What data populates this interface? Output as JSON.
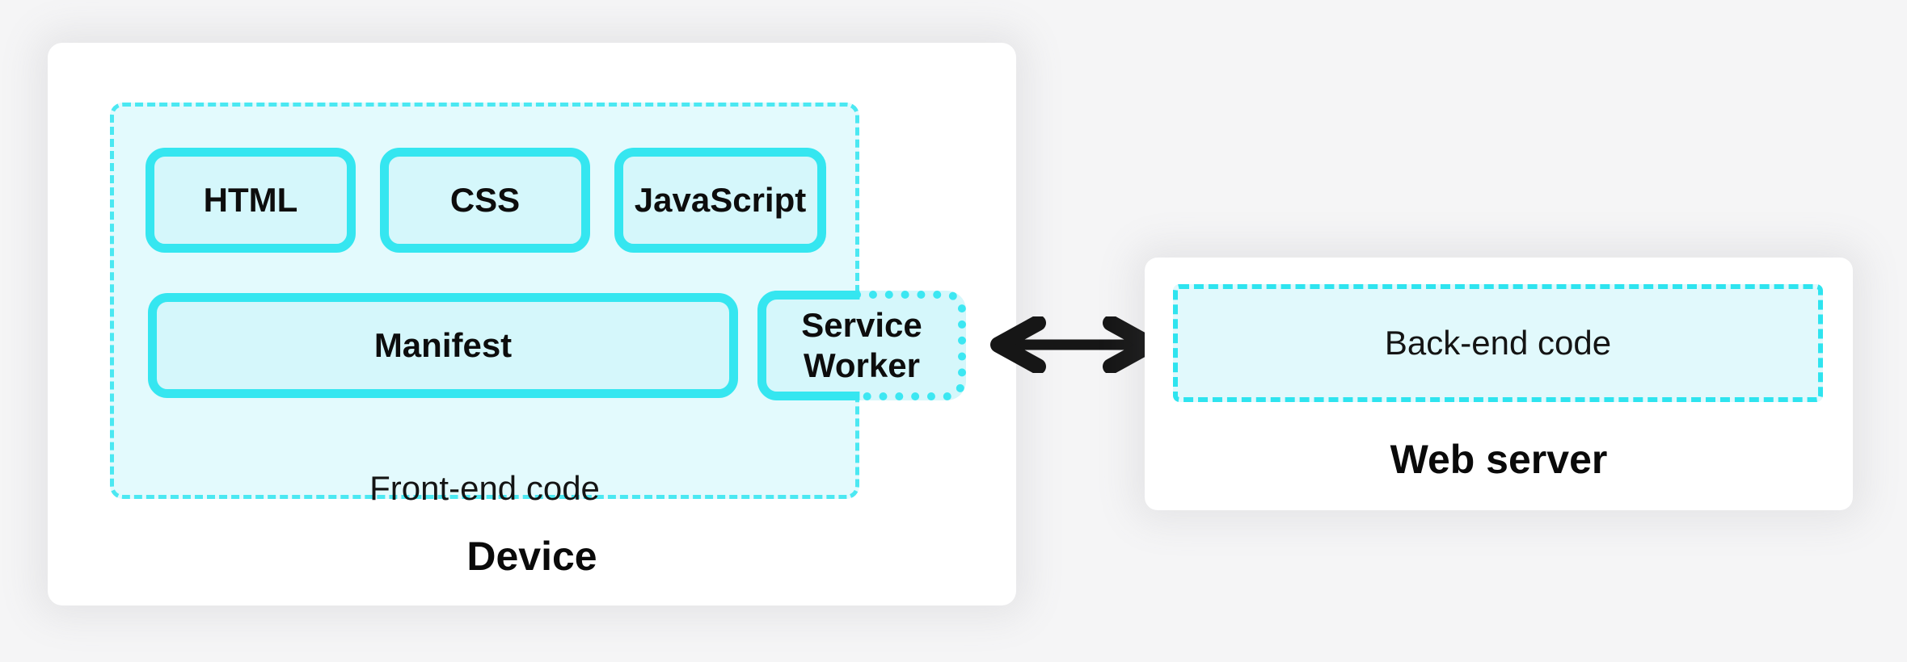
{
  "device": {
    "label": "Device",
    "frontend": {
      "caption": "Front-end code",
      "html_label": "HTML",
      "css_label": "CSS",
      "javascript_label": "JavaScript",
      "manifest_label": "Manifest"
    },
    "service_worker_label": "Service Worker"
  },
  "server": {
    "label": "Web server",
    "backend_caption": "Back-end code"
  },
  "arrow": {
    "type": "bidirectional-horizontal",
    "color": "#161616"
  },
  "colors": {
    "accent_cyan_solid": "#35e6f0",
    "accent_cyan_dashed": "#4be8f2",
    "accent_cyan_dotted": "#3ce7f2",
    "backend_dash": "#2ee4ef",
    "zone_fill": "#e3fafd",
    "box_fill": "#d5f7fb",
    "backend_fill": "#e1f9fc",
    "card_fill": "#ffffff",
    "page_background": "#f5f5f6",
    "text": "#0d0d0d"
  }
}
